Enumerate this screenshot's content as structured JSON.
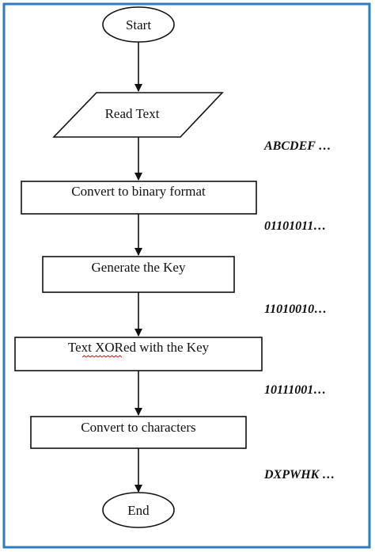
{
  "colors": {
    "frame": "#2e7bc4",
    "stroke": "#111111",
    "background": "#ffffff",
    "spellcheck_underline": "#d22020"
  },
  "nodes": {
    "start": "Start",
    "read_text": "Read Text",
    "convert_binary": "Convert to binary format",
    "generate_key": "Generate the Key",
    "xor_prefix": "Text ",
    "xor_word": "XORed",
    "xor_suffix": " with the Key",
    "convert_chars": "Convert to characters",
    "end": "End"
  },
  "annotations": {
    "plain_text": "ABCDEF …",
    "binary_text": "01101011…",
    "key_bits": "11010010…",
    "xor_result": "10111001…",
    "cipher_text": "DXPWHK …"
  }
}
